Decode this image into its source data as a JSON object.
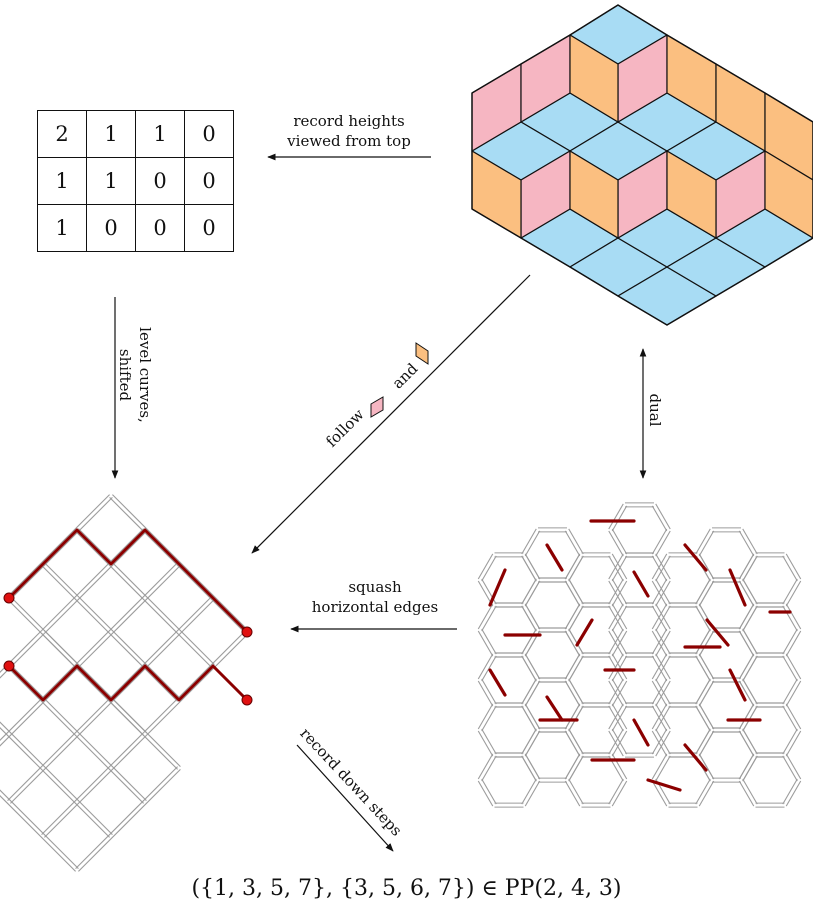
{
  "height_matrix": [
    [
      "2",
      "1",
      "1",
      "0"
    ],
    [
      "1",
      "1",
      "0",
      "0"
    ],
    [
      "1",
      "0",
      "0",
      "0"
    ]
  ],
  "arrows": {
    "top": [
      "record heights",
      "viewed from top"
    ],
    "left": [
      "level curves,",
      "shifted"
    ],
    "diagonal_a": "follow",
    "diagonal_b": "and",
    "right": "dual",
    "middle": [
      "squash",
      "horizontal edges"
    ],
    "bottom": "record down steps"
  },
  "formula": "({1, 3, 5, 7}, {3, 5, 6, 7}) ∈ PP(2, 4, 3)",
  "colors": {
    "blue_face": "#a8dcf4",
    "pink_face": "#f6b6c2",
    "orange_face": "#fbbf80",
    "path": "#8b0000",
    "endpoint": "#e01010",
    "grid": "#b0b0b0"
  }
}
